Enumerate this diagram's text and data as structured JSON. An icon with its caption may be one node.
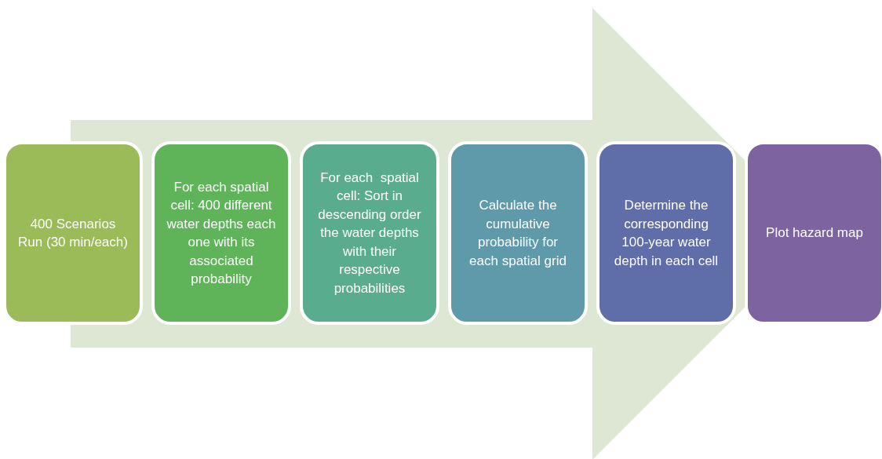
{
  "diagram": {
    "nodes": [
      {
        "text": [
          "400 Scenarios Run (30 min/each)"
        ]
      },
      {
        "text": [
          "For each spatial cell: 400 different water depths each one with its associated probability"
        ]
      },
      {
        "text": [
          "For each  spatial cell: Sort in descending order the water depths with their respective probabilities"
        ]
      },
      {
        "text": [
          "Calculate the cumulative probability for each spatial grid"
        ]
      },
      {
        "text": [
          "Determine the corresponding 100-year water depth in each cell"
        ]
      },
      {
        "text": [
          "Plot hazard map"
        ]
      }
    ],
    "edges": [
      {
        "from": 0,
        "to": 5,
        "arrow": "to",
        "style": "thick"
      }
    ]
  }
}
